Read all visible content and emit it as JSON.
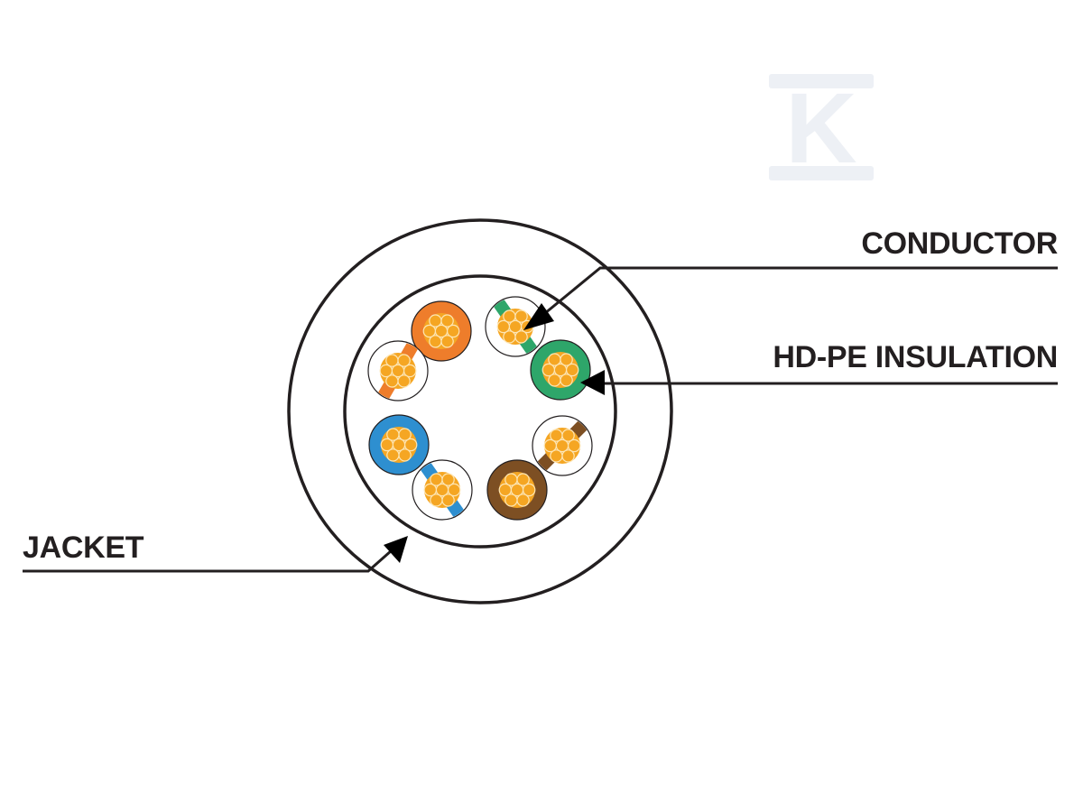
{
  "labels": {
    "conductor": "CONDUCTOR",
    "insulation": "HD-PE INSULATION",
    "jacket": "JACKET"
  },
  "watermark": {
    "icon": "k-logo-icon",
    "text": "K"
  },
  "colors": {
    "line": "#231f20",
    "copper": "#f5a623",
    "orange": "#ee7d2b",
    "green": "#2ea66a",
    "blue": "#2e8fd0",
    "brown": "#7d4f23",
    "watermark": "#e8ecf2"
  },
  "wires": [
    {
      "name": "wire-orange",
      "color": "orange",
      "style": "solid"
    },
    {
      "name": "wire-white-green",
      "color": "green",
      "style": "striped"
    },
    {
      "name": "wire-green",
      "color": "green",
      "style": "solid"
    },
    {
      "name": "wire-white-brown",
      "color": "brown",
      "style": "striped"
    },
    {
      "name": "wire-brown",
      "color": "brown",
      "style": "solid"
    },
    {
      "name": "wire-white-blue",
      "color": "blue",
      "style": "striped"
    },
    {
      "name": "wire-blue",
      "color": "blue",
      "style": "solid"
    },
    {
      "name": "wire-white-orange",
      "color": "orange",
      "style": "striped"
    }
  ]
}
